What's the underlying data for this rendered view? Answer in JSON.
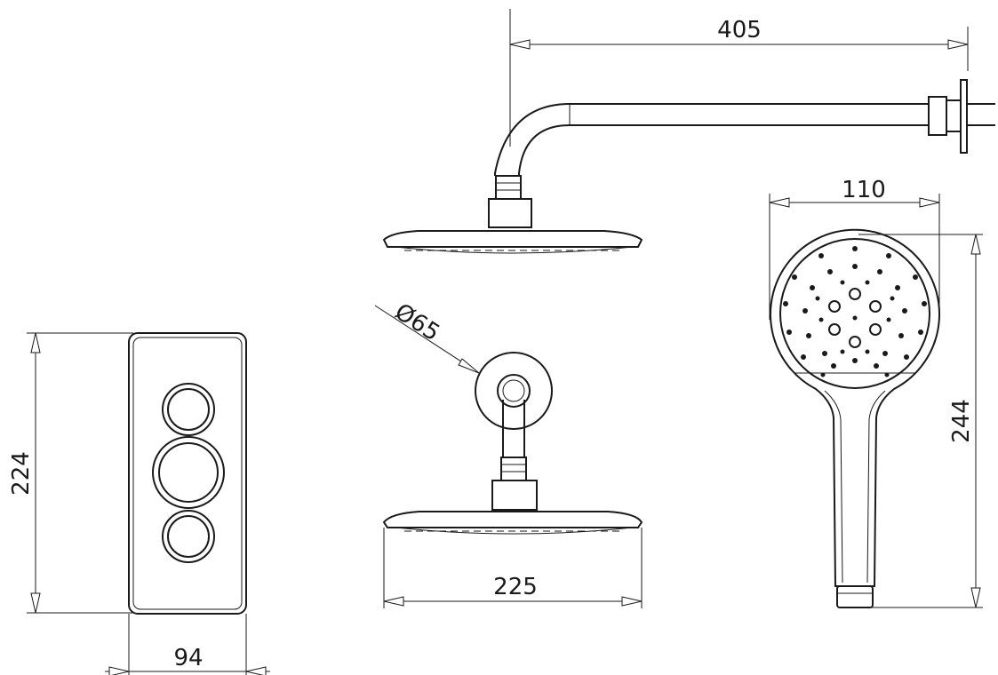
{
  "dimensions": {
    "arm_length": "405",
    "handset_width": "110",
    "handset_length": "244",
    "flange_diameter": "Ø65",
    "shower_head_diameter": "225",
    "valve_height": "224",
    "valve_width": "94"
  },
  "colors": {
    "line": "#1a1a1a",
    "background": "#ffffff"
  }
}
